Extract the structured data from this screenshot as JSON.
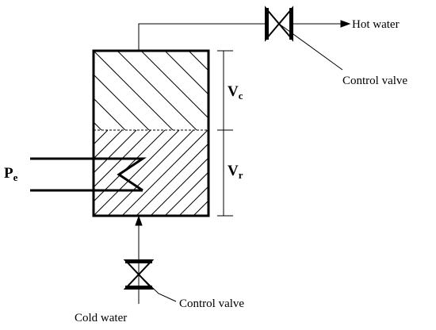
{
  "labels": {
    "hot_water": "Hot water",
    "control_valve_top": "Control valve",
    "vc_main": "V",
    "vc_sub": "c",
    "vr_main": "V",
    "vr_sub": "r",
    "pe_main": "P",
    "pe_sub": "e",
    "cold_water": "Cold water",
    "control_valve_bottom": "Control valve"
  },
  "colors": {
    "stroke": "#000000",
    "background": "#ffffff"
  }
}
